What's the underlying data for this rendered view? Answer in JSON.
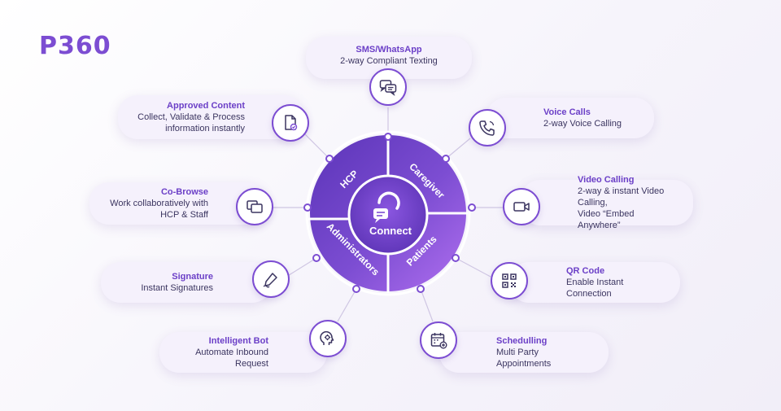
{
  "brand": {
    "logo_text": "P360",
    "accent": "#7c4dd2",
    "ring_dark": "#5b34b8",
    "ring_light": "#a366e8"
  },
  "hub": {
    "center_label": "Connect",
    "center_icon": "chat-bubble-icon",
    "segments": [
      "HCP",
      "Caregiver",
      "Patients",
      "Administrators"
    ]
  },
  "features": [
    {
      "id": "sms",
      "title": "SMS/WhatsApp",
      "desc": [
        "2-way Compliant Texting"
      ],
      "icon": "messages-icon"
    },
    {
      "id": "approved",
      "title": "Approved Content",
      "desc": [
        "Collect, Validate & Process",
        "information instantly"
      ],
      "icon": "document-check-icon"
    },
    {
      "id": "voice",
      "title": "Voice Calls",
      "desc": [
        "2-way Voice Calling"
      ],
      "icon": "phone-icon"
    },
    {
      "id": "cobrowse",
      "title": "Co-Browse",
      "desc": [
        "Work collaboratively with",
        "HCP & Staff"
      ],
      "icon": "windows-icon"
    },
    {
      "id": "video",
      "title": "Video Calling",
      "desc": [
        "2-way & instant Video Calling,",
        "Video “Embed Anywhere”"
      ],
      "icon": "video-camera-icon"
    },
    {
      "id": "signature",
      "title": "Signature",
      "desc": [
        "Instant Signatures"
      ],
      "icon": "pen-icon"
    },
    {
      "id": "qr",
      "title": "QR Code",
      "desc": [
        "Enable Instant Connection"
      ],
      "icon": "qr-code-icon"
    },
    {
      "id": "bot",
      "title": "Intelligent Bot",
      "desc": [
        "Automate Inbound Request"
      ],
      "icon": "bot-head-icon"
    },
    {
      "id": "scheduling",
      "title": "Schedulling",
      "desc": [
        "Multi Party Appointments"
      ],
      "icon": "calendar-icon"
    }
  ]
}
